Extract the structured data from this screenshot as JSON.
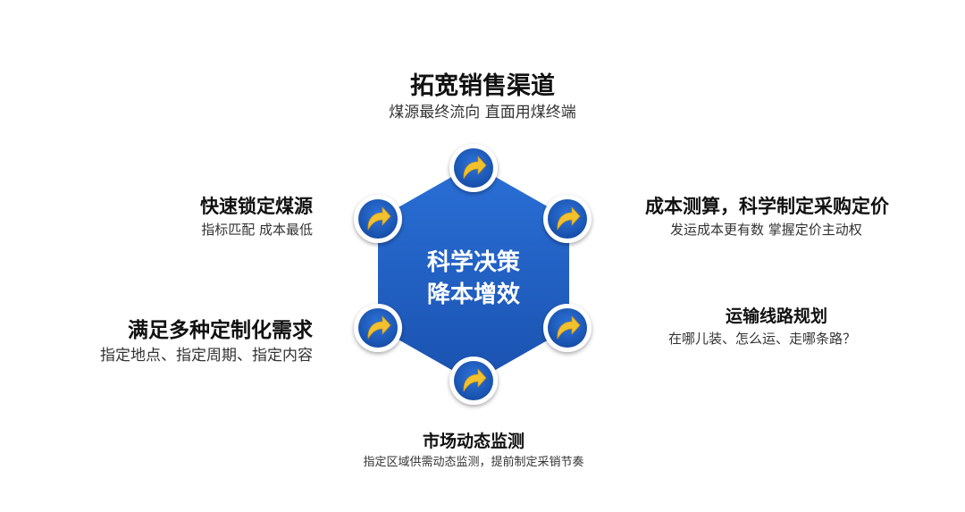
{
  "center": {
    "line1": "科学决策",
    "line2": "降本增效"
  },
  "nodes": [
    {
      "id": "top",
      "title": "拓宽销售渠道",
      "subtitle": "煤源最终流向 直面用煤终端"
    },
    {
      "id": "left-upper",
      "title": "快速锁定煤源",
      "subtitle": "指标匹配 成本最低"
    },
    {
      "id": "left-lower",
      "title": "满足多种定制化需求",
      "subtitle": "指定地点、指定周期、指定内容"
    },
    {
      "id": "right-upper",
      "title": "成本测算，科学制定采购定价",
      "subtitle": "发运成本更有数 掌握定价主动权"
    },
    {
      "id": "right-lower",
      "title": "运输线路规划",
      "subtitle": "在哪儿装、怎么运、走哪条路？"
    },
    {
      "id": "bottom",
      "title": "市场动态监测",
      "subtitle": "指定区域供需动态监测，提前制定采销节奏"
    }
  ],
  "icons": {
    "vertex": "curved-arrow-icon"
  },
  "colors": {
    "hexagon": "#1f5fc4",
    "circle_outer": "#ffffff",
    "circle_inner": "#1e5cc0",
    "arrow": "#f2c12e",
    "center_text": "#ffffff"
  }
}
